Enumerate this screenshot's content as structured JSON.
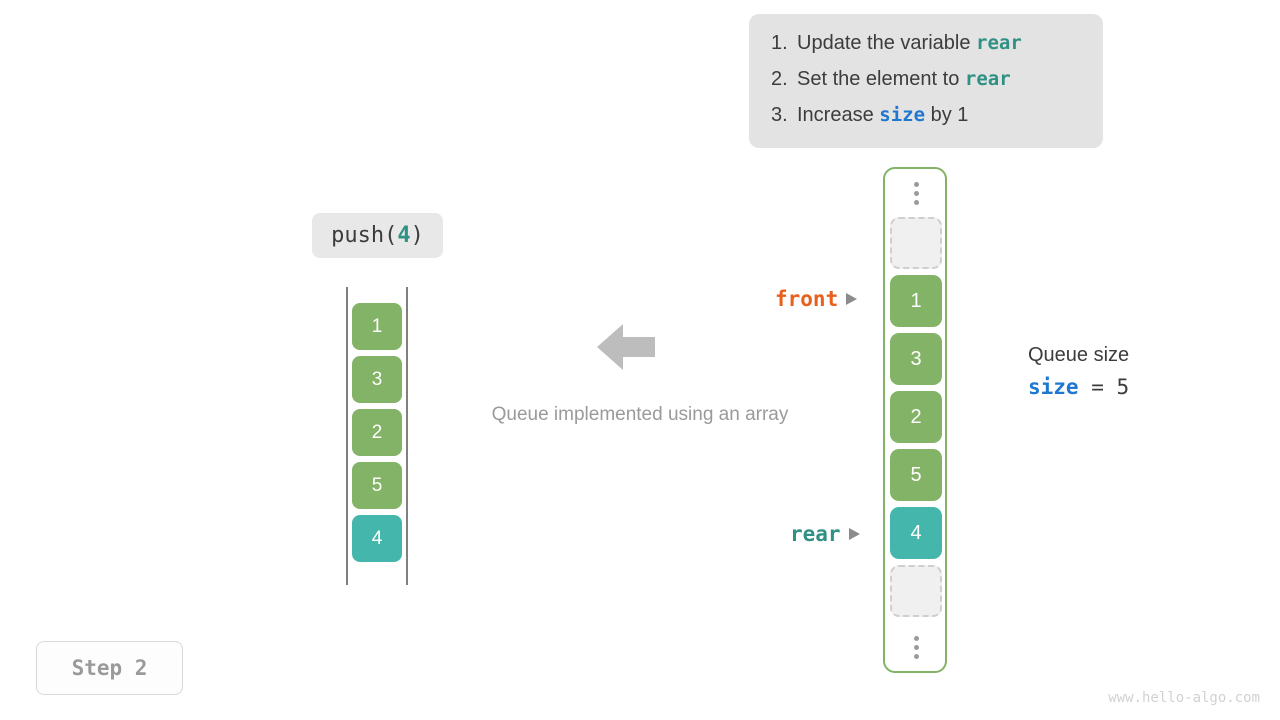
{
  "instructions": {
    "steps": [
      {
        "num": "1.",
        "pre": "Update the variable ",
        "code": "rear",
        "code_color": "teal",
        "post": ""
      },
      {
        "num": "2.",
        "pre": "Set the element to ",
        "code": "rear",
        "code_color": "teal",
        "post": ""
      },
      {
        "num": "3.",
        "pre": "Increase ",
        "code": "size",
        "code_color": "blue",
        "post": " by 1"
      }
    ]
  },
  "operation": {
    "name": "push(",
    "arg": "4",
    "close": ")"
  },
  "left_array": {
    "cells": [
      {
        "value": "1",
        "color": "green"
      },
      {
        "value": "3",
        "color": "green"
      },
      {
        "value": "2",
        "color": "green"
      },
      {
        "value": "5",
        "color": "green"
      },
      {
        "value": "4",
        "color": "teal"
      }
    ]
  },
  "caption": "Queue implemented using an array",
  "right_array": {
    "slots": [
      {
        "kind": "dots",
        "value": ""
      },
      {
        "kind": "empty",
        "value": ""
      },
      {
        "kind": "green",
        "value": "1"
      },
      {
        "kind": "green",
        "value": "3"
      },
      {
        "kind": "green",
        "value": "2"
      },
      {
        "kind": "green",
        "value": "5"
      },
      {
        "kind": "teal",
        "value": "4"
      },
      {
        "kind": "empty",
        "value": ""
      },
      {
        "kind": "dots",
        "value": ""
      }
    ]
  },
  "pointers": {
    "front": "front",
    "rear": "rear"
  },
  "size_readout": {
    "title": "Queue size",
    "var": "size",
    "operator": " = ",
    "value": "5"
  },
  "step_badge": "Step 2",
  "watermark": "www.hello-algo.com",
  "colors": {
    "green": "#82b366",
    "teal": "#45b6ab",
    "orange": "#e8601c",
    "blue": "#1f77d0",
    "box_bg": "#e3e3e3",
    "muted": "#9a9a9a"
  }
}
